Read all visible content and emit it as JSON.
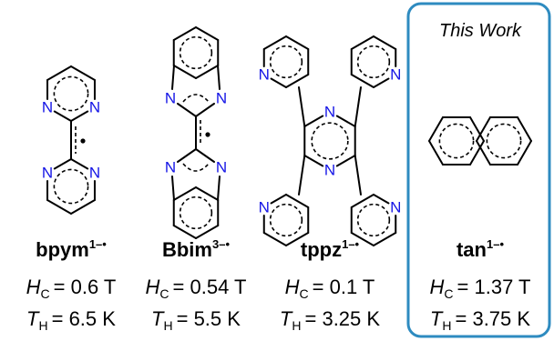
{
  "highlight": {
    "label": "This Work",
    "color": "#2e8bc0"
  },
  "atom_colors": {
    "N": "#1414e6",
    "bond": "#000000"
  },
  "compounds": [
    {
      "id": "bpym",
      "name": "bpym",
      "charge": "1–•",
      "hc_label": "H",
      "hc_sub": "C",
      "hc_value": "= 0.6 T",
      "th_label": "T",
      "th_sub": "H",
      "th_value": "= 6.5 K"
    },
    {
      "id": "bbim",
      "name": "Bbim",
      "charge": "3–•",
      "hc_label": "H",
      "hc_sub": "C",
      "hc_value": "= 0.54 T",
      "th_label": "T",
      "th_sub": "H",
      "th_value": "= 5.5 K"
    },
    {
      "id": "tppz",
      "name": "tppz",
      "charge": "1–•",
      "hc_label": "H",
      "hc_sub": "C",
      "hc_value": "= 0.1 T",
      "th_label": "T",
      "th_sub": "H",
      "th_value": "= 3.25 K"
    },
    {
      "id": "tan",
      "name": "tan",
      "charge": "1–•",
      "hc_label": "H",
      "hc_sub": "C",
      "hc_value": "= 1.37 T",
      "th_label": "T",
      "th_sub": "H",
      "th_value": "= 3.75 K"
    }
  ],
  "atom_label": "N"
}
